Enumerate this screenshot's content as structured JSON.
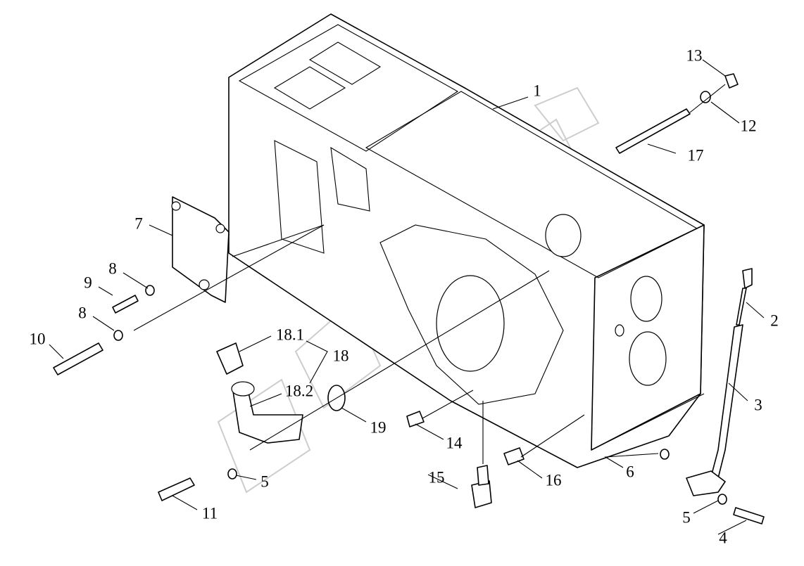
{
  "diagram": {
    "callouts": [
      {
        "id": "housing",
        "text": "1"
      },
      {
        "id": "dipstick",
        "text": "2"
      },
      {
        "id": "dipstick-tube",
        "text": "3"
      },
      {
        "id": "bolt-tube",
        "text": "4"
      },
      {
        "id": "washer-tube",
        "text": "5"
      },
      {
        "id": "washer-elbow",
        "text": "5"
      },
      {
        "id": "o-ring-tube",
        "text": "6"
      },
      {
        "id": "cover",
        "text": "7"
      },
      {
        "id": "washer-upper",
        "text": "8"
      },
      {
        "id": "washer-lower",
        "text": "8"
      },
      {
        "id": "bolt-short",
        "text": "9"
      },
      {
        "id": "bolt-long",
        "text": "10"
      },
      {
        "id": "bolt-elbow",
        "text": "11"
      },
      {
        "id": "washer-stud",
        "text": "12"
      },
      {
        "id": "nut",
        "text": "13"
      },
      {
        "id": "pin-left",
        "text": "14"
      },
      {
        "id": "drain-plug",
        "text": "15"
      },
      {
        "id": "pin-right",
        "text": "16"
      },
      {
        "id": "stud",
        "text": "17"
      },
      {
        "id": "filler-assembly",
        "text": "18"
      },
      {
        "id": "filler-cap",
        "text": "18.1"
      },
      {
        "id": "filler-elbow",
        "text": "18.2"
      },
      {
        "id": "o-ring-elbow",
        "text": "19"
      }
    ]
  }
}
